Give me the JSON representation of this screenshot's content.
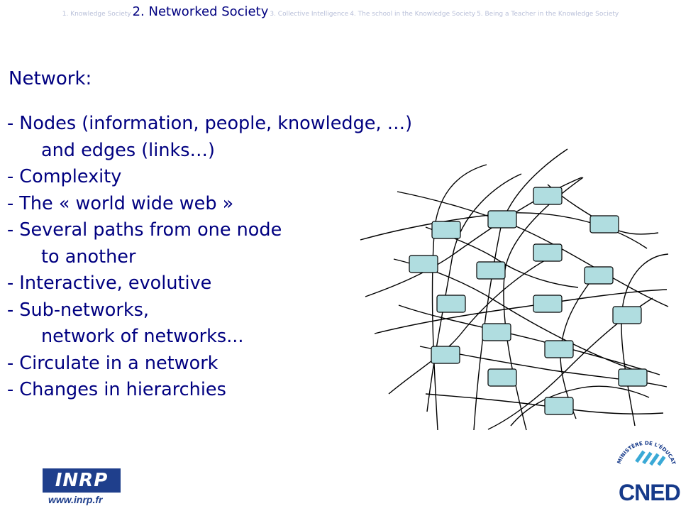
{
  "nav": {
    "items": [
      {
        "label": "1. Knowledge Society",
        "active": false
      },
      {
        "label": "2. Networked Society",
        "active": true
      },
      {
        "label": "3. Collective Intelligence",
        "active": false
      },
      {
        "label": "4. The school in the Knowledge Society",
        "active": false
      },
      {
        "label": "5. Being a Teacher in the Knowledge Society",
        "active": false
      }
    ]
  },
  "slide": {
    "heading": "Network:",
    "bullets": [
      {
        "text": "- Nodes (information, people, knowledge, …)",
        "cont": "and edges (links…)"
      },
      {
        "text": "- Complexity",
        "cont": ""
      },
      {
        "text": "- The « world wide web »",
        "cont": ""
      },
      {
        "text": "- Several paths from one node",
        "cont": "to another"
      },
      {
        "text": "- Interactive, evolutive",
        "cont": ""
      },
      {
        "text": "- Sub-networks,",
        "cont": "network of networks..."
      },
      {
        "text": "- Circulate in a network",
        "cont": ""
      },
      {
        "text": "- Changes in hierarchies",
        "cont": ""
      }
    ]
  },
  "diagram": {
    "node_fill": "#b0dde0",
    "stroke_color": "#000000"
  },
  "logos": {
    "inrp": {
      "name": "INRP",
      "url": "www.inrp.fr",
      "color": "#1f3f8c"
    },
    "cned": {
      "name": "CNED",
      "ring_text": "MINISTÈRE DE L'ÉDUCATION NATIONALE",
      "color": "#163a8a"
    }
  }
}
